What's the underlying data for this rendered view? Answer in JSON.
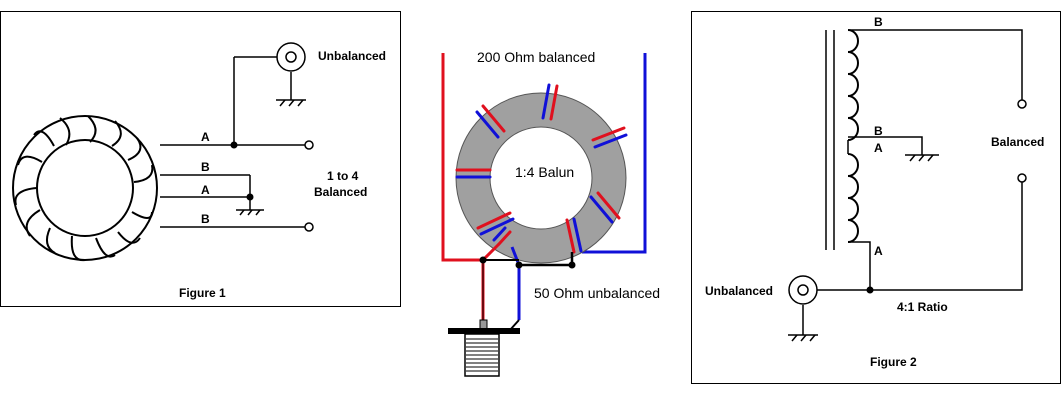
{
  "figure1": {
    "unbalanced_label": "Unbalanced",
    "wire_a1": "A",
    "wire_b1": "B",
    "wire_a2": "A",
    "wire_b2": "B",
    "output_line1": "1 to 4",
    "output_line2": "Balanced",
    "caption": "Figure 1"
  },
  "center": {
    "balanced_label": "200 Ohm balanced",
    "toroid_label": "1:4 Balun",
    "unbalanced_label": "50 Ohm unbalanced",
    "colors": {
      "red": "#e0101e",
      "blue": "#1010d8",
      "core": "#a0a0a0"
    }
  },
  "figure2": {
    "top_b": "B",
    "mid_b": "B",
    "mid_a": "A",
    "bottom_a": "A",
    "balanced_label": "Balanced",
    "unbalanced_label": "Unbalanced",
    "ratio_label": "4:1 Ratio",
    "caption": "Figure 2"
  }
}
